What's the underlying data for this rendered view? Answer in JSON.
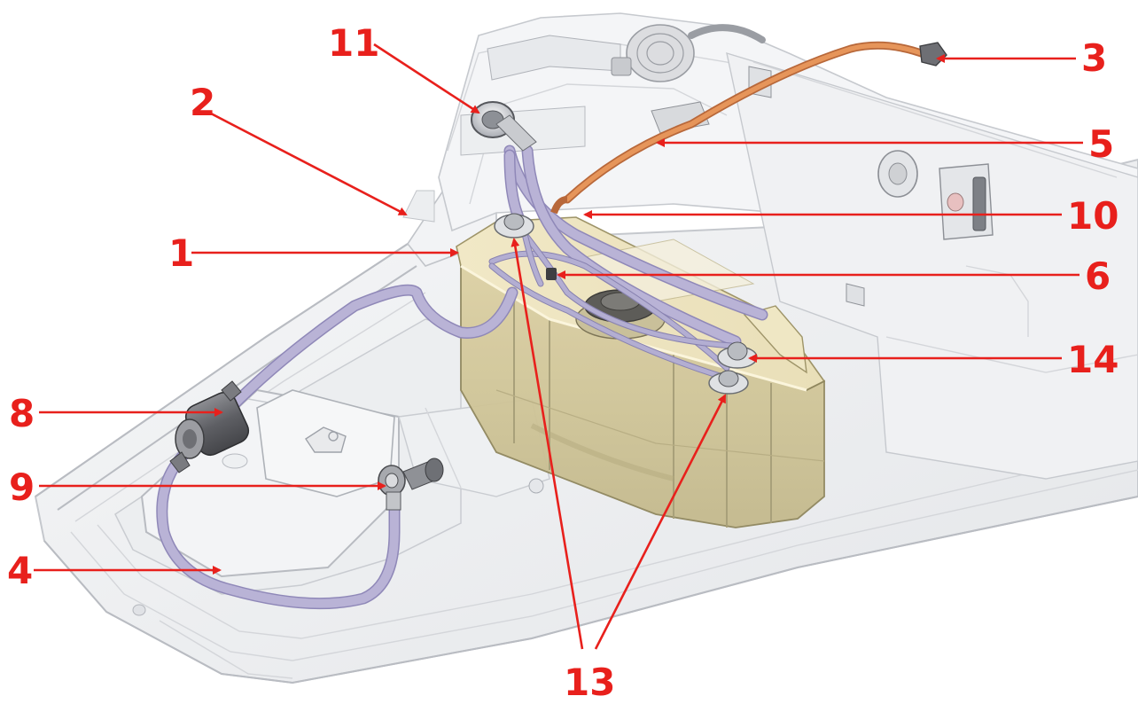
{
  "callouts": [
    {
      "id": "c1",
      "number": "1"
    },
    {
      "id": "c2",
      "number": "2"
    },
    {
      "id": "c3",
      "number": "3"
    },
    {
      "id": "c4",
      "number": "4"
    },
    {
      "id": "c5",
      "number": "5"
    },
    {
      "id": "c6",
      "number": "6"
    },
    {
      "id": "c8",
      "number": "8"
    },
    {
      "id": "c9",
      "number": "9"
    },
    {
      "id": "c10",
      "number": "10"
    },
    {
      "id": "c11",
      "number": "11"
    },
    {
      "id": "c13",
      "number": "13"
    },
    {
      "id": "c14",
      "number": "14"
    }
  ],
  "colors": {
    "callout": "#e8201c",
    "tank": "#d9cfa6",
    "hose": "#b9b3d6",
    "fuel_line": "#e08a4c",
    "hull": "#f1f2f4"
  }
}
